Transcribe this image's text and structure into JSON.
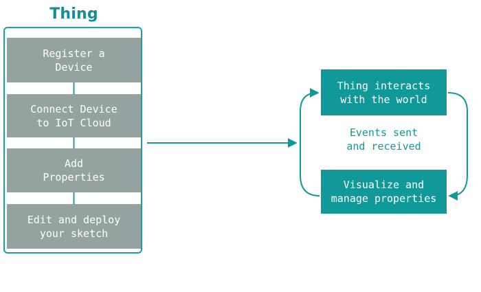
{
  "title": "Thing",
  "steps": [
    {
      "line1": "Register a",
      "line2": "Device"
    },
    {
      "line1": "Connect Device",
      "line2": "to IoT Cloud"
    },
    {
      "line1": "Add",
      "line2": "Properties"
    },
    {
      "line1": "Edit and deploy",
      "line2": "your sketch"
    }
  ],
  "loop": {
    "top": {
      "line1": "Thing interacts",
      "line2": "with the world"
    },
    "middle": {
      "line1": "Events sent",
      "line2": "and received"
    },
    "bottom": {
      "line1": "Visualize and",
      "line2": "manage properties"
    }
  },
  "colors": {
    "teal": "#11999a",
    "frame": "#18a0a7",
    "step_gray": "#94a39f",
    "title": "#138f93",
    "text_on_box": "#ffffff"
  }
}
